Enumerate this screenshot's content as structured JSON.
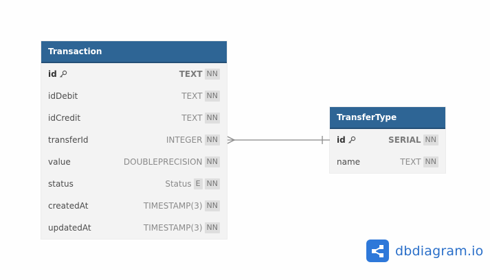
{
  "tables": {
    "transaction": {
      "title": "Transaction",
      "fields": [
        {
          "name": "id",
          "type": "TEXT",
          "nn": "NN",
          "pk": true
        },
        {
          "name": "idDebit",
          "type": "TEXT",
          "nn": "NN"
        },
        {
          "name": "idCredit",
          "type": "TEXT",
          "nn": "NN"
        },
        {
          "name": "transferId",
          "type": "INTEGER",
          "nn": "NN"
        },
        {
          "name": "value",
          "type": "DOUBLEPRECISION",
          "nn": "NN"
        },
        {
          "name": "status",
          "type": "Status",
          "enum": "E",
          "nn": "NN"
        },
        {
          "name": "createdAt",
          "type": "TIMESTAMP(3)",
          "nn": "NN"
        },
        {
          "name": "updatedAt",
          "type": "TIMESTAMP(3)",
          "nn": "NN"
        }
      ]
    },
    "transferType": {
      "title": "TransferType",
      "fields": [
        {
          "name": "id",
          "type": "SERIAL",
          "nn": "NN",
          "pk": true
        },
        {
          "name": "name",
          "type": "TEXT",
          "nn": "NN"
        }
      ]
    }
  },
  "relationship": {
    "from": "Transaction.transferId",
    "to": "TransferType.id",
    "from_cardinality": "many",
    "to_cardinality": "one"
  },
  "brand": {
    "name": "dbdiagram.io",
    "color": "#2e78d9"
  },
  "colors": {
    "header": "#2e6595",
    "row_bg": "#f3f3f3"
  }
}
